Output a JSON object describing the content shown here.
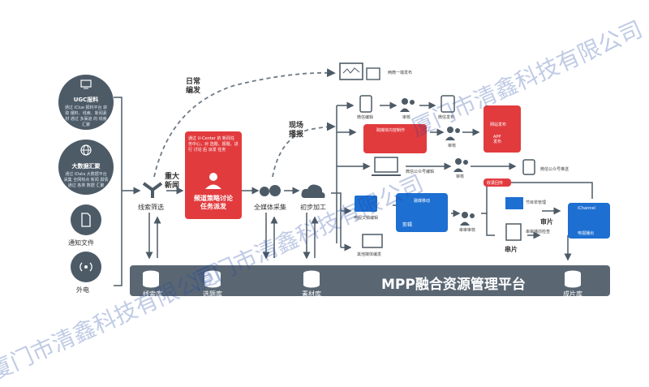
{
  "sources": {
    "ugc": {
      "title": "UGC报料",
      "desc": "通过 iClue 报料平台 获取 爆料、线索、新闻素材 通过 多渠道 的 线索汇聚"
    },
    "bigdata": {
      "title": "大数据汇聚",
      "desc": "通过 iData 大数据平台 采集 全网热点 新闻 舆情 通过 各类 数据 汇聚"
    },
    "notice": "通知文件",
    "wire": "外电"
  },
  "flow": {
    "screening": "线索筛选",
    "daily": "日常\n编发",
    "major": "重大\n新闻",
    "scene": "现场\n播报",
    "all_media": "全媒体采集",
    "initial": "初步加工",
    "ucenter_desc": "通过 U-Center 的 新闻任务中心，对 选题、报题、进行 讨论 后 派发 任务",
    "ucenter_title": "频道策略讨论\n任务派发"
  },
  "outputs": {
    "wechat_pub": "两微一端发布",
    "wechat_edit": "微信编辑",
    "review1": "审核",
    "wechat_publish": "微信发布",
    "multiscreen": "跨媒体内容制作",
    "review2": "审核",
    "web_pub": "网站发布",
    "app_pub": "APP\n发布",
    "official_edit": "微信公众号编辑",
    "review3": "审核",
    "official_push": "微信公众号推送",
    "receive": "收录回传",
    "tv_edit": "电视文稿编辑",
    "mobile": "融媒移动",
    "edit_btn": "剪辑",
    "review4": "串审审核",
    "mobile_pub": "其他媒体编发",
    "prog_mgmt": "节目单管理",
    "broadcast_check": "串审播前检查",
    "review_pass": "审片",
    "channel": "iChannel",
    "tv_out": "电视播出",
    "series": "串片"
  },
  "platform": {
    "title": "MPP融合资源管理平台",
    "dbs": [
      "线索库",
      "选题库",
      "素材库",
      "成片库"
    ]
  },
  "watermark": [
    "厦门市清鑫科技有限公司",
    "厦门市清鑫科技有限公司",
    "厦门市清鑫科技有限公司"
  ],
  "colors": {
    "dark": "#4d5b67",
    "red": "#e23b3e",
    "blue": "#1d6fd2"
  }
}
